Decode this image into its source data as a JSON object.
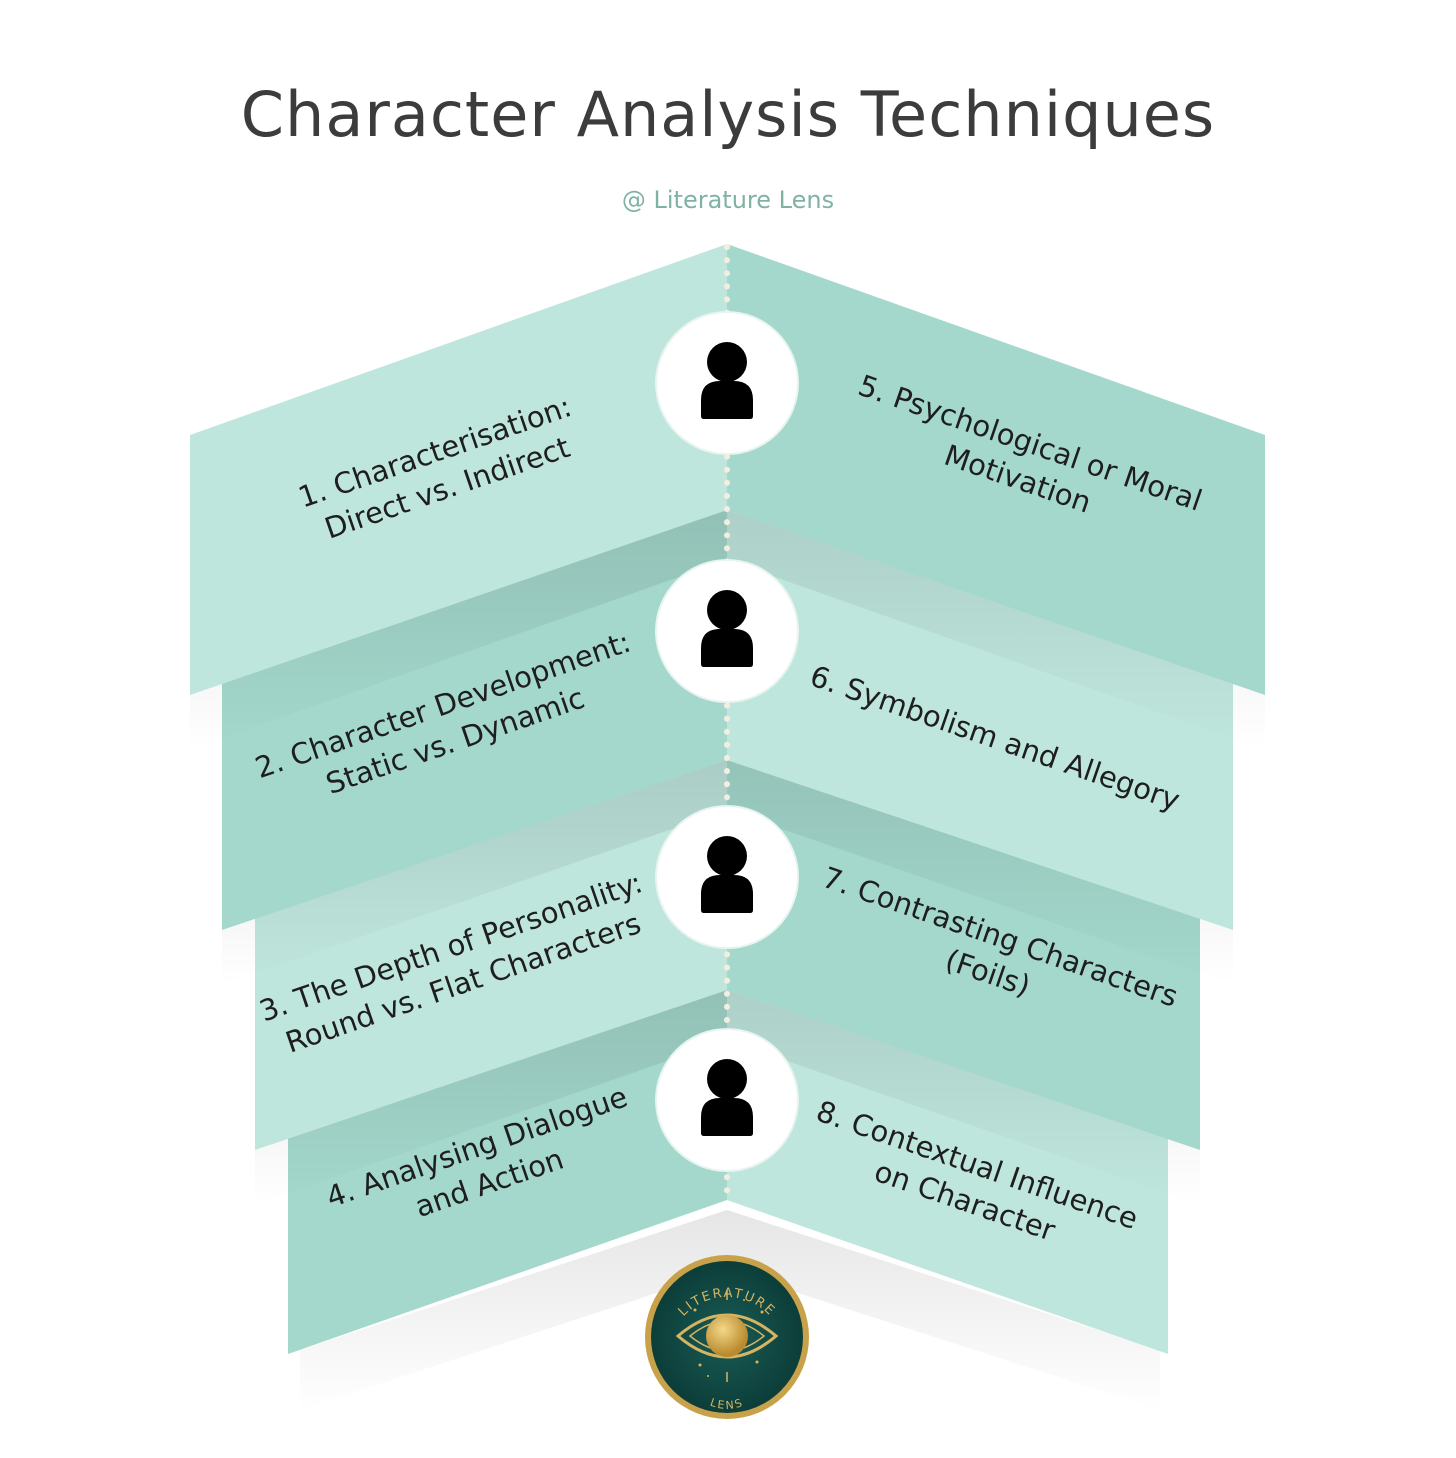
{
  "header": {
    "title": "Character Analysis Techniques",
    "subtitle": "@ Literature Lens"
  },
  "colors": {
    "light_panel": "#bfe6dd",
    "dark_panel": "#a4d8cc",
    "title_text": "#3c3c3c",
    "subtitle_text": "#7fb2a4",
    "icon": "#000000",
    "logo_ring": "#c8a24a",
    "logo_center": "#0f4a45"
  },
  "left_items": [
    {
      "line1": "1. Characterisation:",
      "line2": "Direct vs. Indirect"
    },
    {
      "line1": "2. Character Development:",
      "line2": "Static vs. Dynamic"
    },
    {
      "line1": "3. The Depth of Personality:",
      "line2": "Round vs. Flat Characters"
    },
    {
      "line1": "4. Analysing Dialogue",
      "line2": "and Action"
    }
  ],
  "right_items": [
    {
      "line1": "5. Psychological or Moral",
      "line2": "Motivation"
    },
    {
      "line1": "6. Symbolism and Allegory",
      "line2": ""
    },
    {
      "line1": "7. Contrasting Characters",
      "line2": "(Foils)"
    },
    {
      "line1": "8. Contextual Influence",
      "line2": "on Character"
    }
  ],
  "icons": [
    "person-icon",
    "person-icon",
    "person-icon",
    "person-icon"
  ],
  "logo": {
    "top_text": "LITERATURE",
    "bottom_text": "LENS"
  }
}
